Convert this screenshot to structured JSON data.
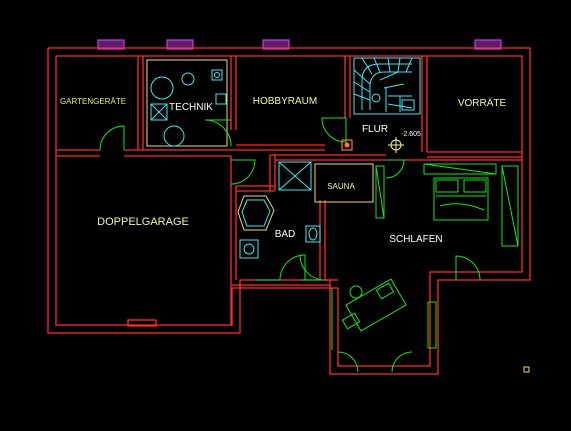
{
  "plan": {
    "colors": {
      "background": "#000000",
      "wall": "#ff2a2a",
      "door": "#19e619",
      "fixture": "#3fe6f0",
      "kitchen": "#f0d878",
      "window": "#b02fc8",
      "label": "#f4f4a0",
      "label_alt": "#ffffff"
    },
    "rooms": {
      "gartengeraete": "GARTENGERÄTE",
      "technik": "TECHNIK",
      "hobbyraum": "HOBBYRAUM",
      "flur": "FLUR",
      "vorraete": "VORRÄTE",
      "doppelgarage": "DOPPELGARAGE",
      "sauna": "SAUNA",
      "bad": "BAD",
      "schlafen": "SCHLAFEN"
    },
    "level_marker": "-2.605"
  }
}
